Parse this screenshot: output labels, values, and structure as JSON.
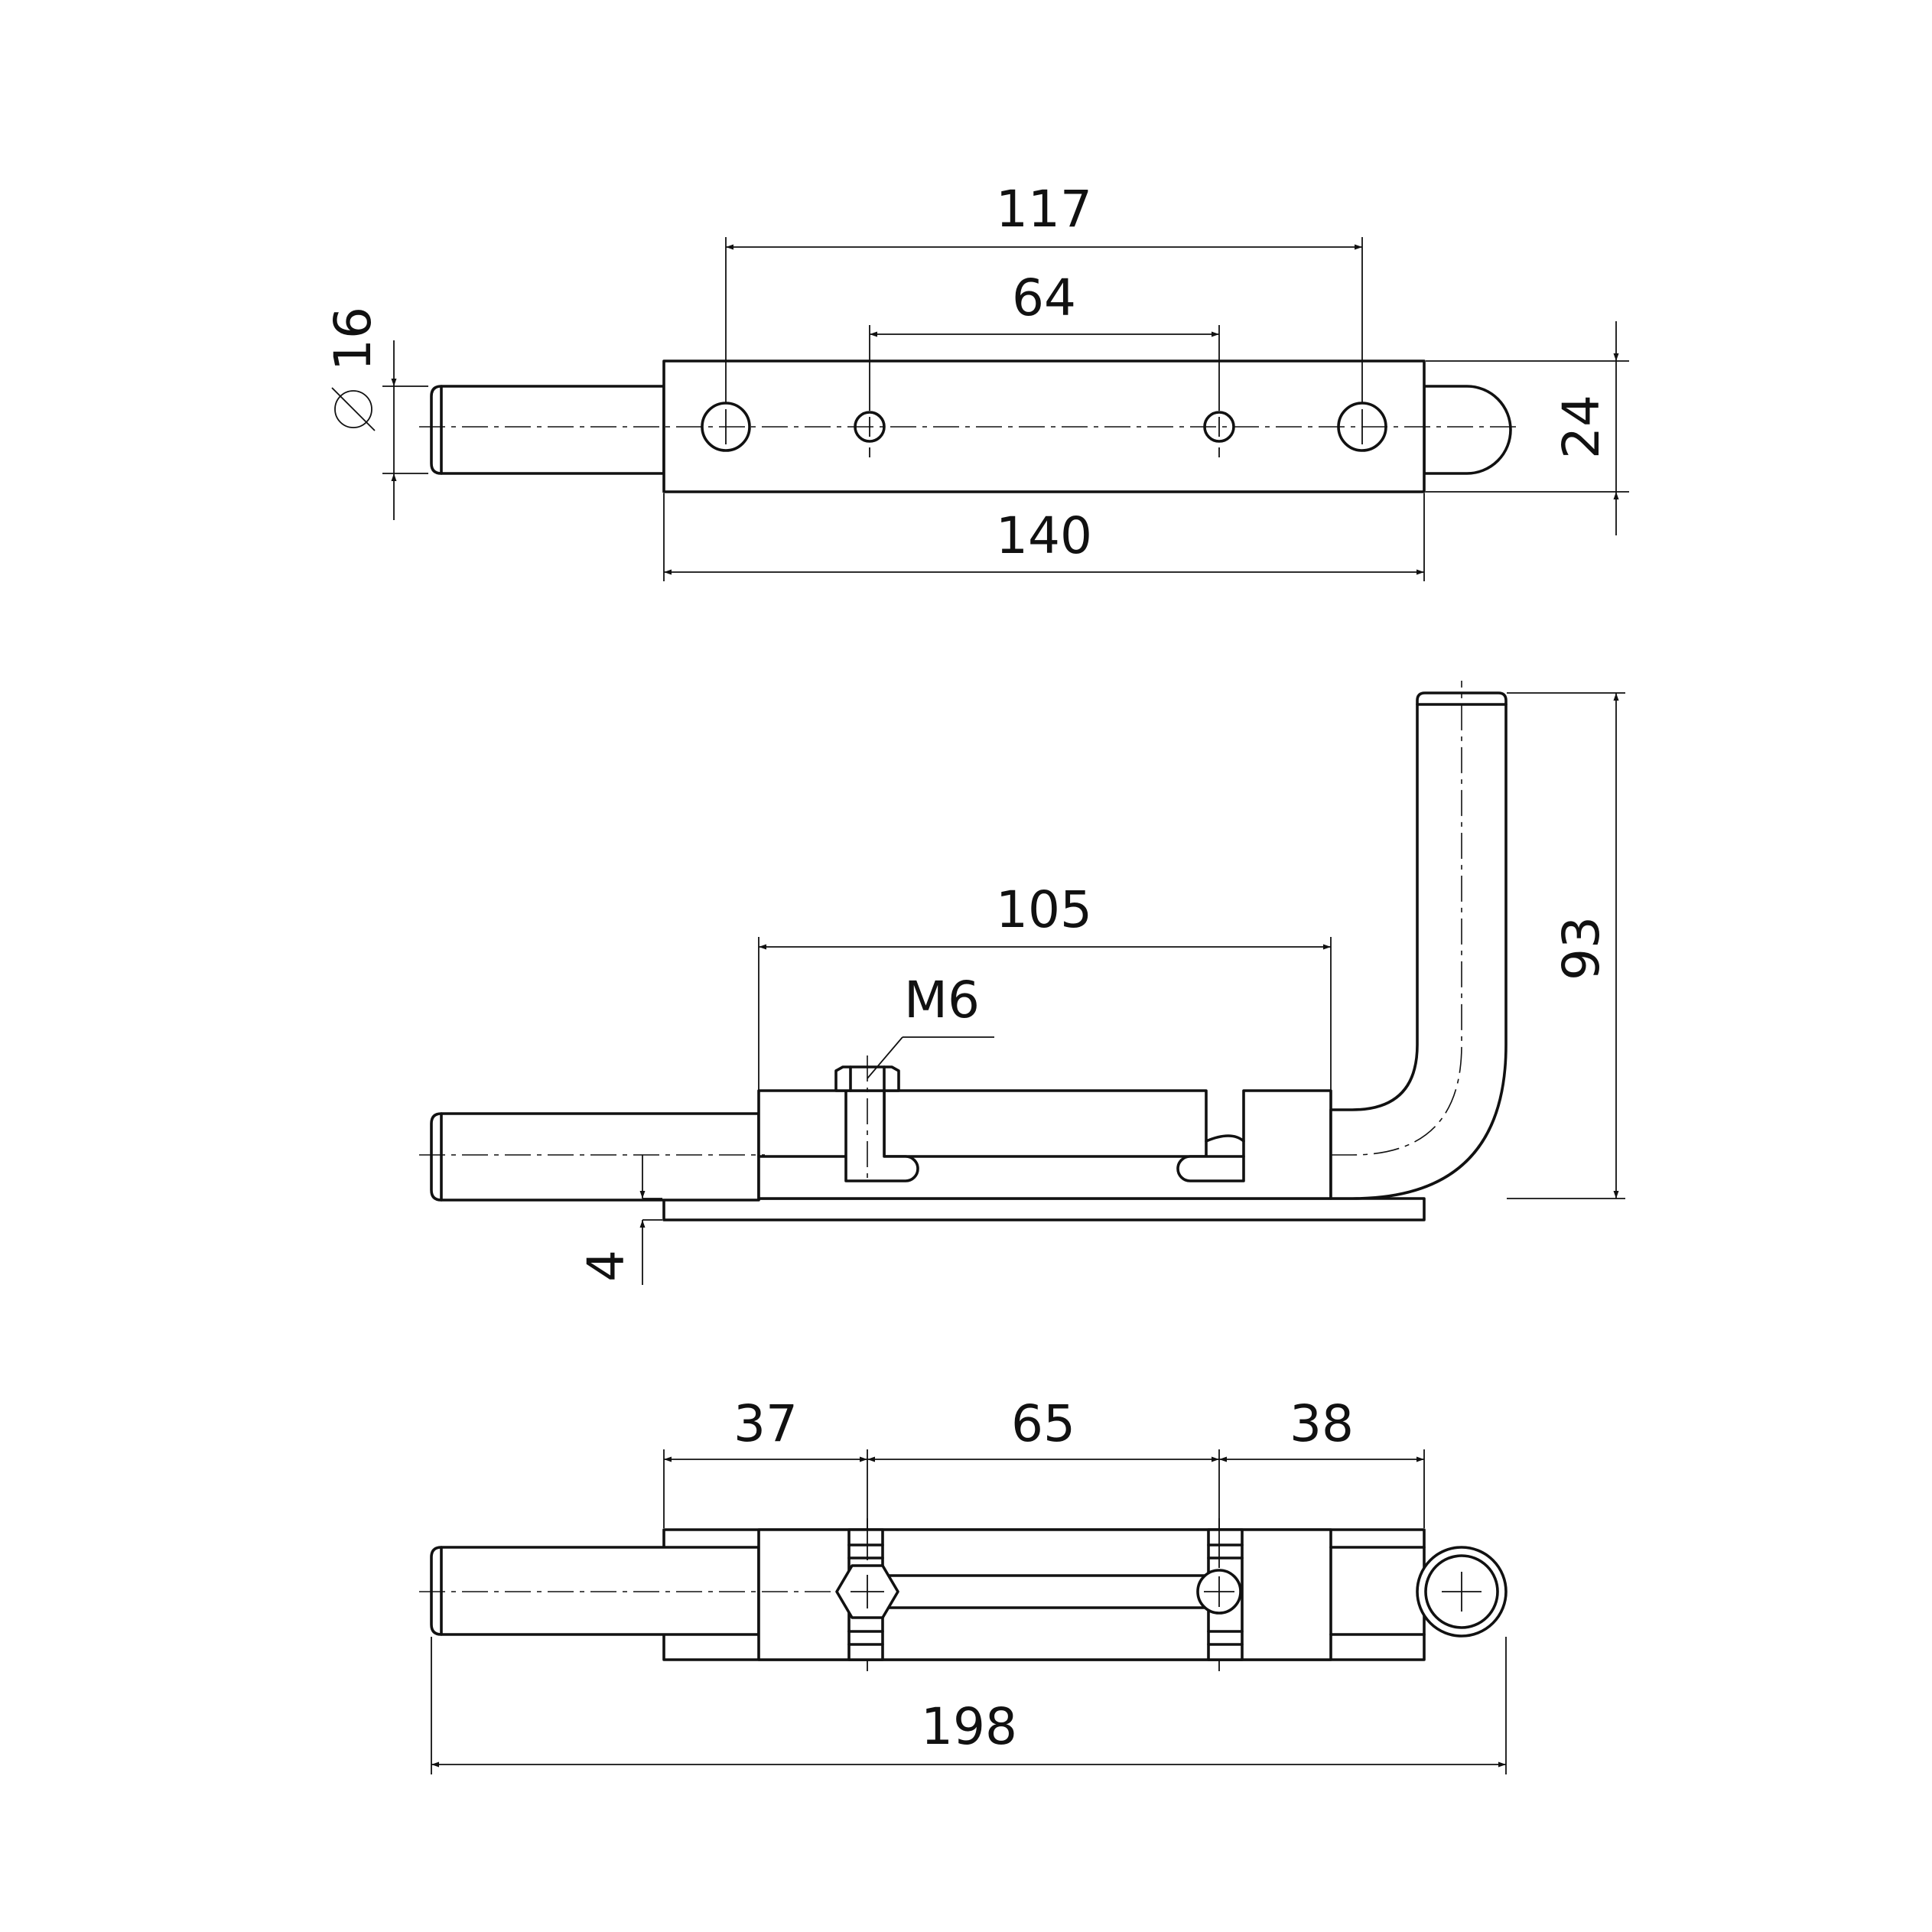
{
  "dimensions": {
    "top_view": {
      "hole_spacing_outer": "117",
      "hole_spacing_inner": "64",
      "plate_length": "140",
      "bolt_diameter": "16",
      "diameter_symbol": "⌀",
      "plate_width": "24"
    },
    "side_view": {
      "mount_span": "105",
      "thread_spec": "M6",
      "overall_height": "93",
      "plate_thickness": "4"
    },
    "bottom_view": {
      "left_segment": "37",
      "middle_segment": "65",
      "right_segment": "38",
      "overall_length": "198"
    }
  }
}
